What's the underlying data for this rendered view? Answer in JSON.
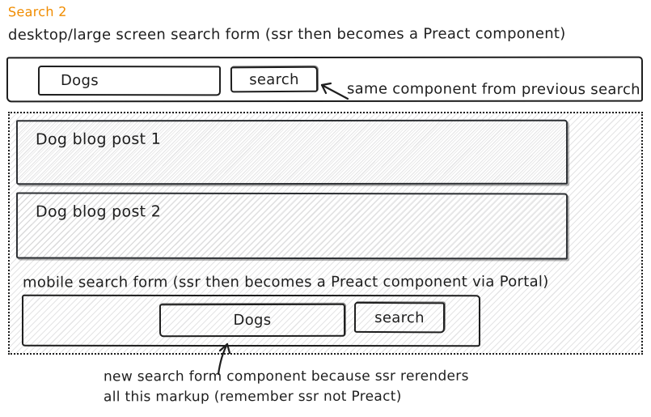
{
  "colors": {
    "accent_orange": "#f08c00",
    "ink": "#1e1e1e",
    "hatch_line": "#d9d9dc",
    "background": "#ffffff"
  },
  "title": "Search 2",
  "desktop_section": {
    "caption": "desktop/large screen search form (ssr then becomes a Preact component)",
    "form": {
      "input_value": "Dogs",
      "input_placeholder": "",
      "button_label": "search"
    },
    "annotation": "same component from previous search",
    "annotation_arrow_icon": "arrow-up-left"
  },
  "ssr_region": {
    "posts": [
      {
        "label": "Dog blog post 1"
      },
      {
        "label": "Dog blog post 2"
      }
    ],
    "mobile_caption": "mobile search form (ssr then becomes a Preact component via Portal)",
    "mobile_form": {
      "input_value": "Dogs",
      "input_placeholder": "",
      "button_label": "search"
    }
  },
  "footer_annotation": {
    "line1": "new search form component because ssr rerenders",
    "line2": "all this markup (remember ssr not Preact)",
    "arrow_icon": "arrow-up"
  }
}
